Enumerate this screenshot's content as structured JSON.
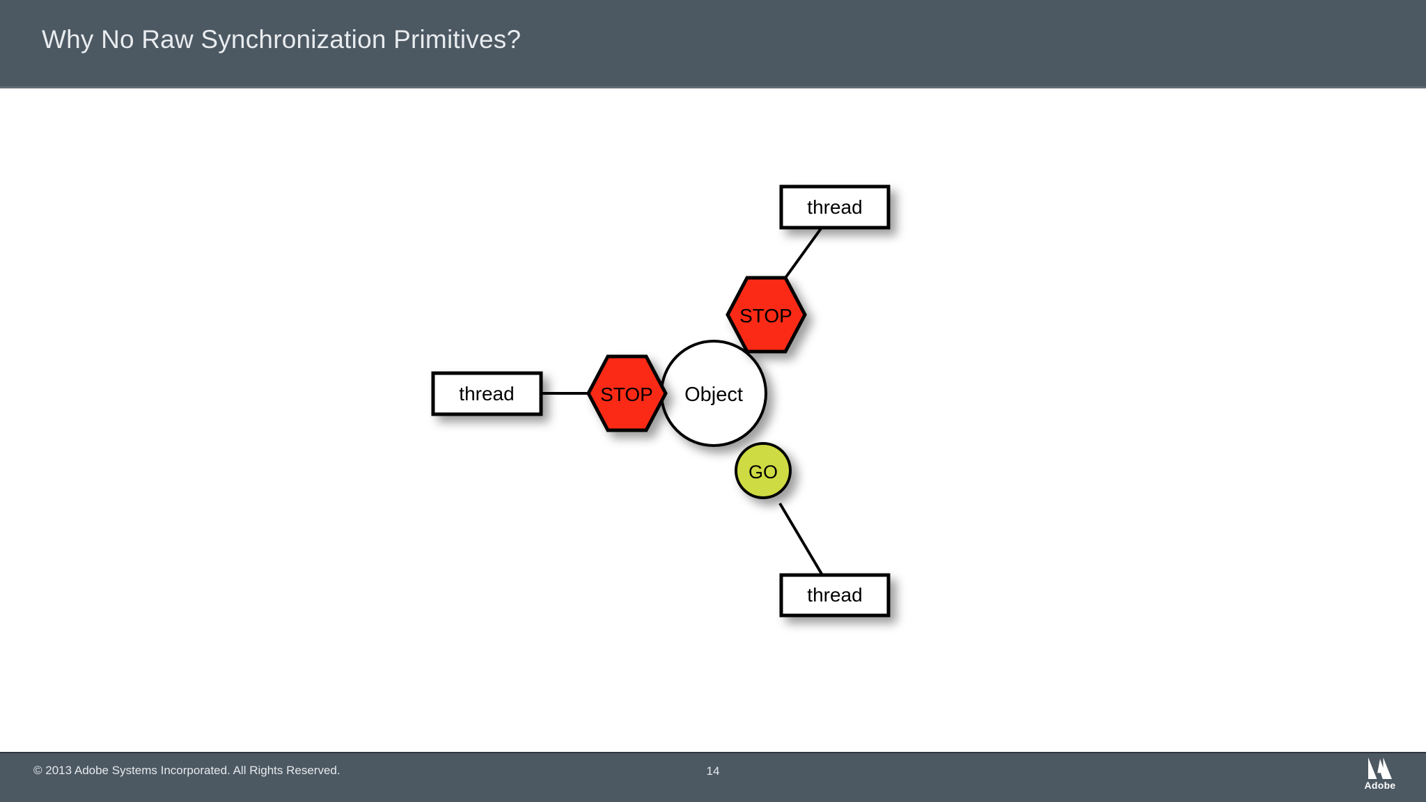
{
  "header": {
    "title": "Why No Raw Synchronization Primitives?",
    "background_color": "#4c5862",
    "title_color": "#e8ecef"
  },
  "footer": {
    "copyright": "© 2013 Adobe Systems Incorporated.  All Rights Reserved.",
    "page_number": "14",
    "logo_text": "Adobe",
    "background_color": "#4c5862",
    "text_color": "#e6eaed"
  },
  "diagram": {
    "type": "node-link",
    "colors": {
      "stop_fill": "#fb2b19",
      "go_fill": "#cfdb42",
      "object_fill": "#ffffff",
      "thread_fill": "#ffffff",
      "stroke": "#000000",
      "canvas": "#ffffff"
    },
    "nodes": {
      "object": {
        "label": "Object",
        "shape": "circle"
      },
      "stop_top": {
        "label": "STOP",
        "shape": "hexagon"
      },
      "stop_left": {
        "label": "STOP",
        "shape": "hexagon"
      },
      "go": {
        "label": "GO",
        "shape": "circle"
      },
      "thread_top": {
        "label": "thread",
        "shape": "rect"
      },
      "thread_left": {
        "label": "thread",
        "shape": "rect"
      },
      "thread_bottom": {
        "label": "thread",
        "shape": "rect"
      }
    },
    "edges": [
      {
        "from": "thread_top",
        "to": "stop_top"
      },
      {
        "from": "thread_left",
        "to": "stop_left"
      },
      {
        "from": "go",
        "to": "thread_bottom"
      }
    ]
  }
}
